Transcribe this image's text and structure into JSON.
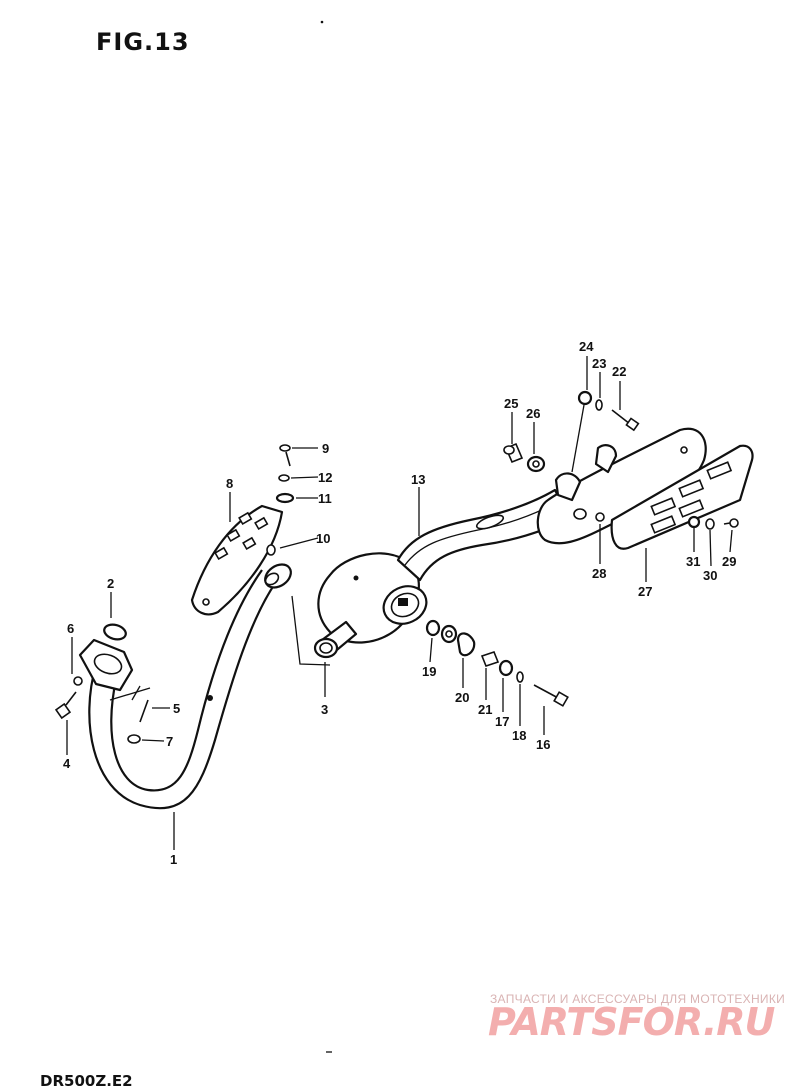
{
  "figure": {
    "title": "FIG.13",
    "code": "DR500Z.E2"
  },
  "watermark": {
    "tagline": "ЗАПЧАСТИ И АКСЕССУАРЫ ДЛЯ МОТОТЕХНИКИ",
    "brand": "PARTSFOR.RU",
    "color": "#f2a0a0"
  },
  "callouts": {
    "c1": "1",
    "c2": "2",
    "c3": "3",
    "c4": "4",
    "c5": "5",
    "c6": "6",
    "c7": "7",
    "c8": "8",
    "c9": "9",
    "c10": "10",
    "c11": "11",
    "c12": "12",
    "c13": "13",
    "c16": "16",
    "c17": "17",
    "c18": "18",
    "c19": "19",
    "c20": "20",
    "c21": "21",
    "c22": "22",
    "c23": "23",
    "c24": "24",
    "c25": "25",
    "c26": "26",
    "c27": "27",
    "c28": "28",
    "c29": "29",
    "c30": "30",
    "c31": "31"
  }
}
